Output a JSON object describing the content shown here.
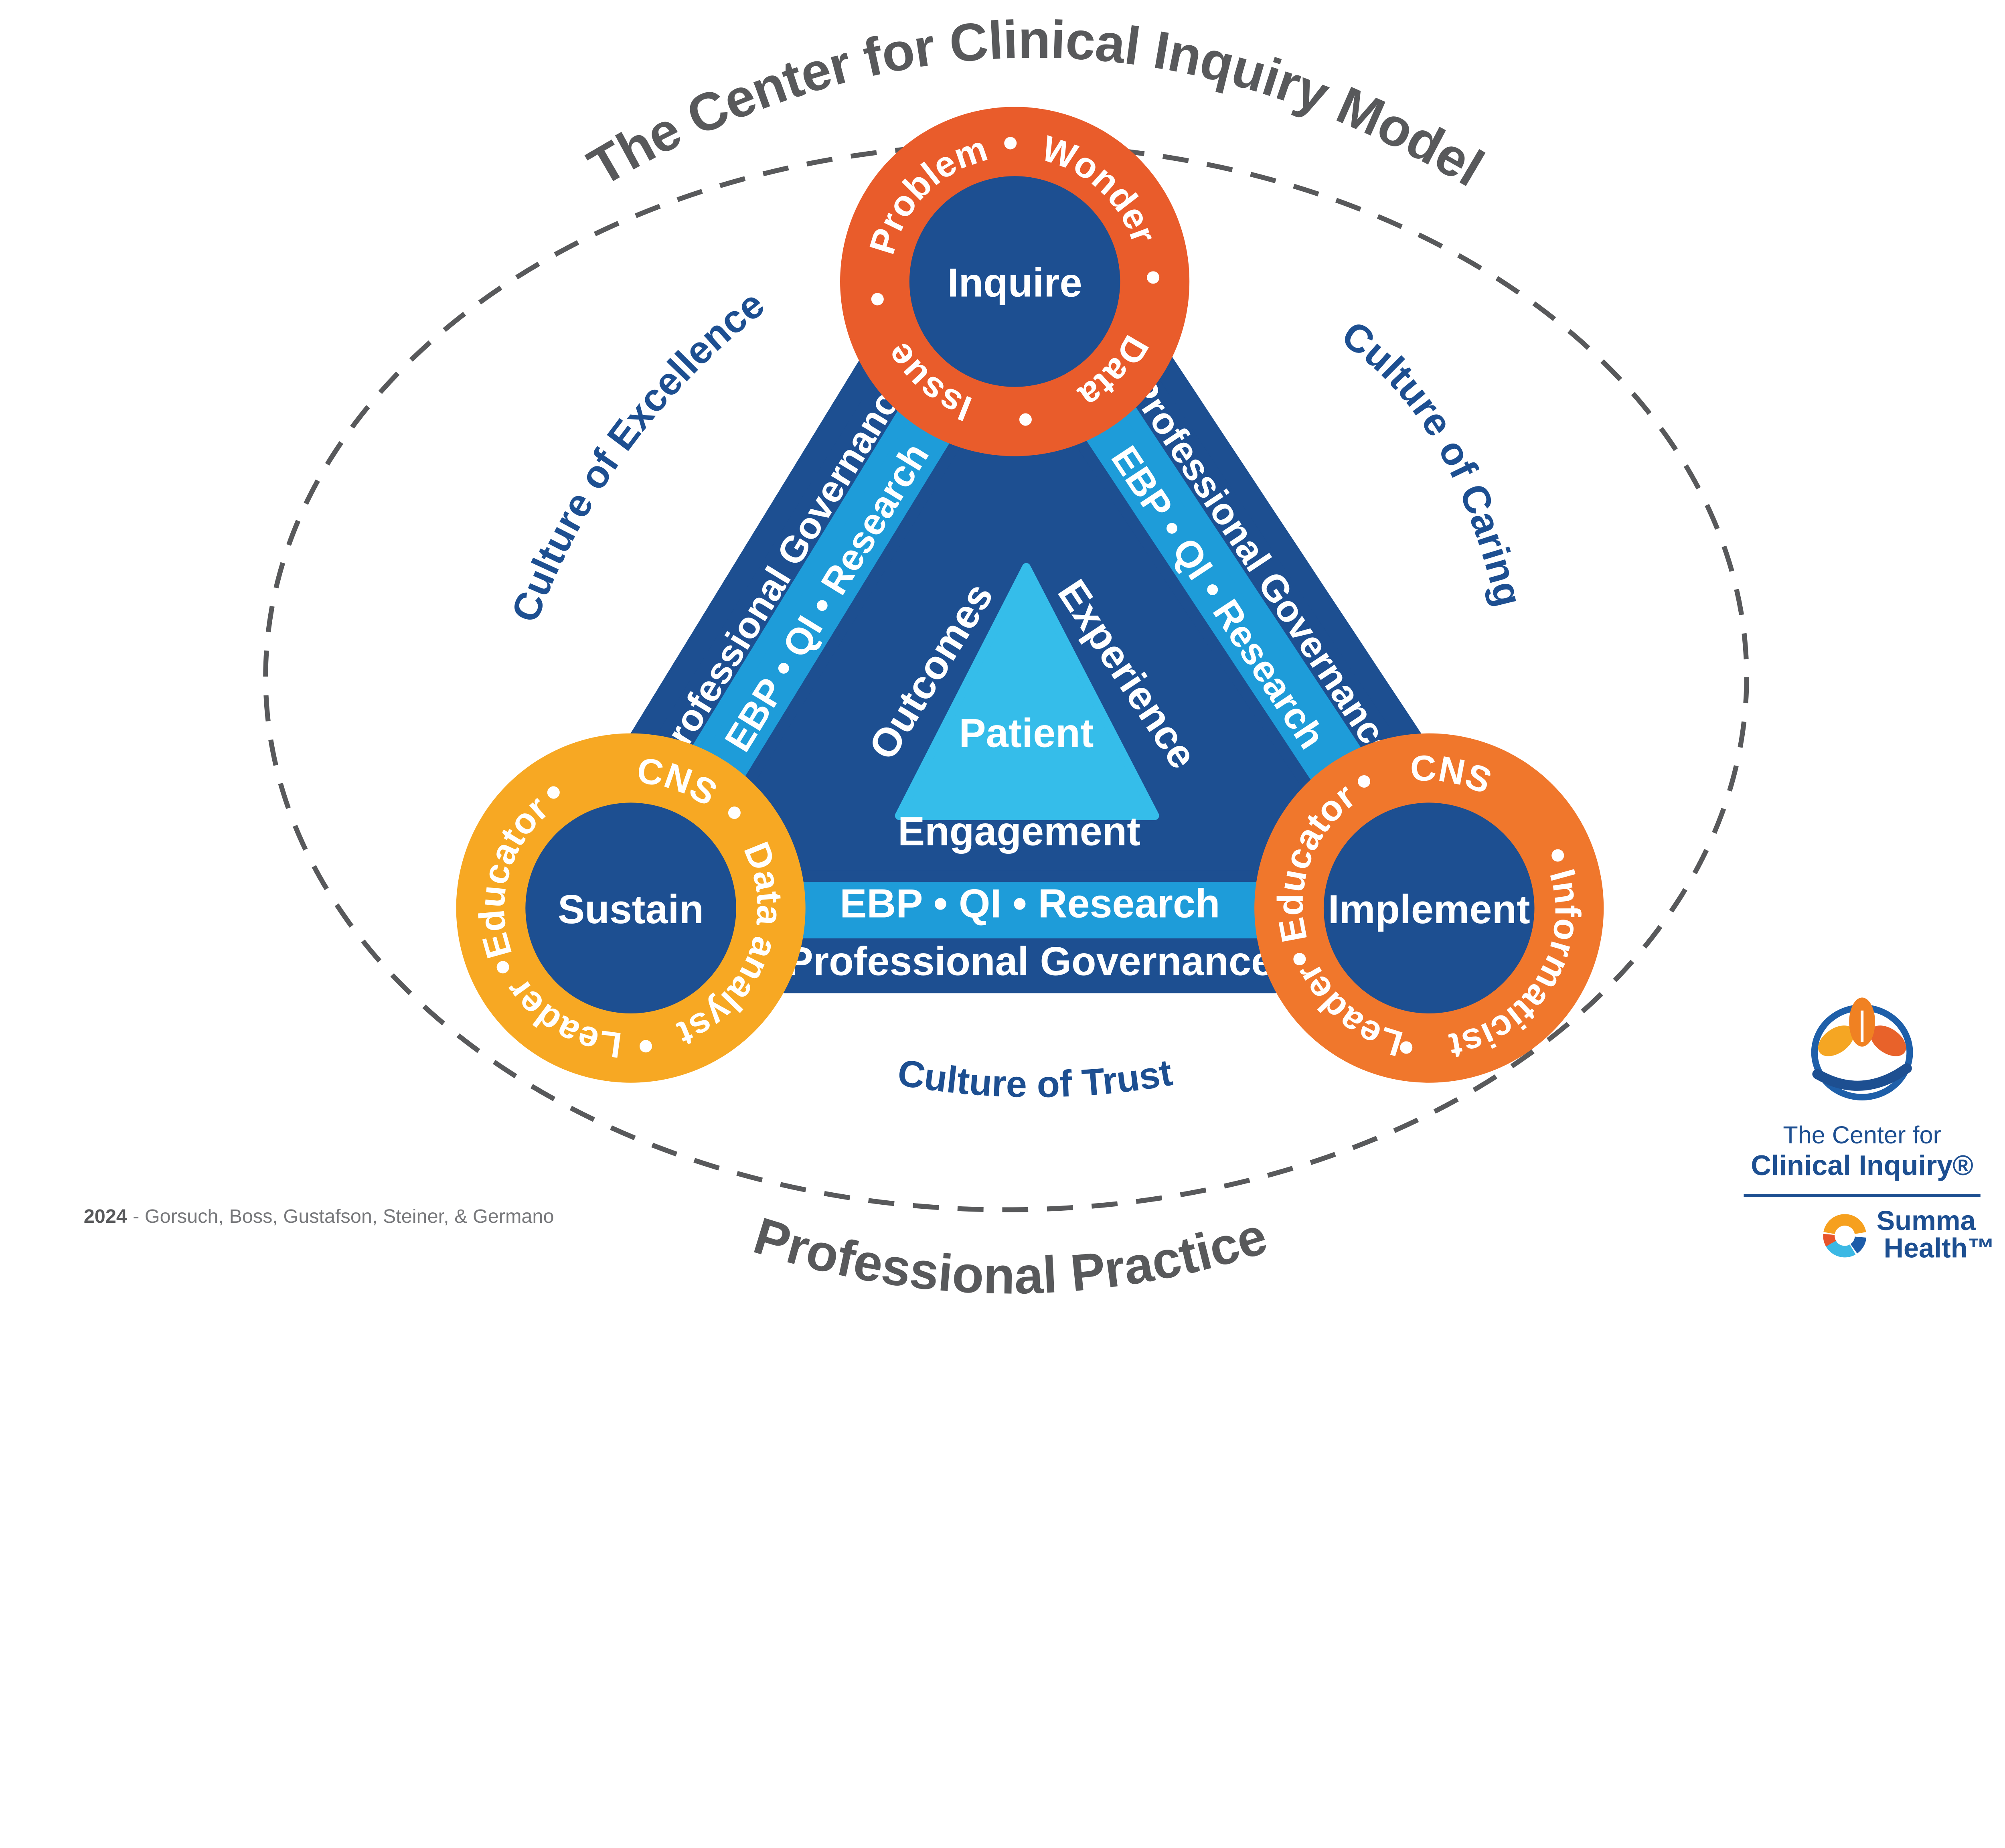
{
  "title": "The Center for Clinical Inquiry Model",
  "bullet": "•",
  "cultures": {
    "excellence": "Culture of Excellence",
    "caring": "Culture of Caring",
    "trust": "Culture of Trust"
  },
  "footer_arc": "Professional Practice",
  "center": {
    "patient": "Patient",
    "outcomes": "Outcomes",
    "experience": "Experience",
    "engagement": "Engagement"
  },
  "bands": {
    "governance": "Professional Governance",
    "methods": "EBP • QI • Research"
  },
  "nodes": {
    "inquire": {
      "label": "Inquire",
      "ring": {
        "problem": "Problem",
        "wonder": "Wonder",
        "data": "Data",
        "issue": "Issue"
      }
    },
    "sustain": {
      "label": "Sustain",
      "ring": {
        "cns": "CNS",
        "data_analyst": "Data analyst",
        "leader": "Leader",
        "educator": "Educator"
      }
    },
    "implement": {
      "label": "Implement",
      "ring": {
        "cns": "CNS",
        "informaticist": "Informaticist",
        "leader": "Leader",
        "educator": "Educator"
      }
    }
  },
  "citation": {
    "year": "2024",
    "text": "- Gorsuch, Boss, Gustafson, Steiner, & Germano"
  },
  "logo": {
    "line1": "The Center for",
    "line2": "Clinical Inquiry®",
    "summa_top": "Summa",
    "summa_bottom": "Health™"
  },
  "colors": {
    "dark_blue": "#1D4F91",
    "light_blue": "#1E9CD9",
    "cyan": "#35BDEA",
    "orange_red": "#E95C2B",
    "orange": "#F0772C",
    "yellow": "#F7A823",
    "gray": "#58595B"
  }
}
